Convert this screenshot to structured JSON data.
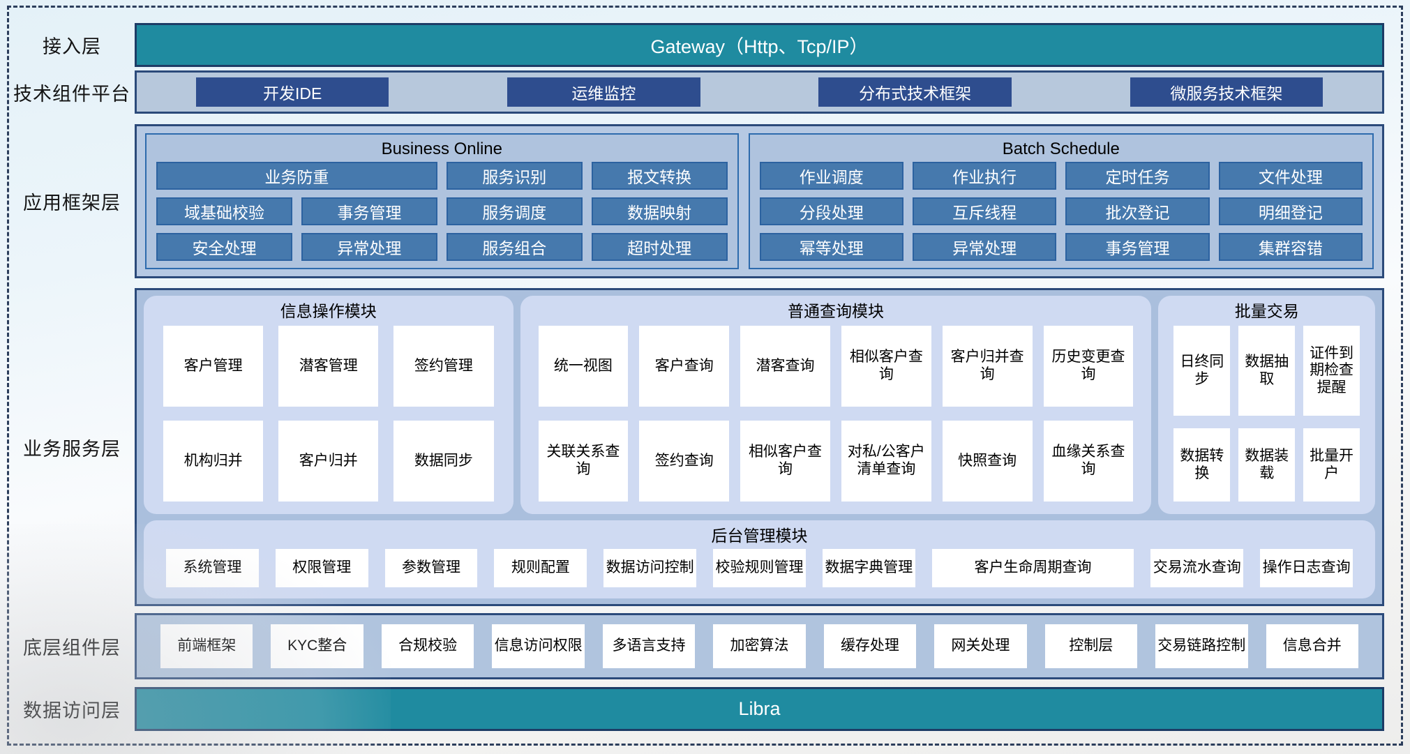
{
  "colors": {
    "teal_bar": "#1f8ba0",
    "navy_border": "#2b4a7a",
    "bar_border": "#1d3c66",
    "tech_panel_bg": "#b7c8dc",
    "royal_button": "#2e4d8e",
    "framework_panel_bg": "#b6c9e3",
    "subpanel_bg": "#afc3de",
    "subpanel_border": "#2d6bad",
    "steel_button": "#4679ad",
    "steel_button_border": "#2c62a0",
    "service_panel_bg": "#aabfdd",
    "module_bg": "#cfdaf2",
    "cell_bg": "#ffffff"
  },
  "layers": {
    "access": {
      "label": "接入层",
      "bar_text": "Gateway（Http、Tcp/IP）"
    },
    "tech_platform": {
      "label": "技术组件平台",
      "items": [
        "开发IDE",
        "运维监控",
        "分布式技术框架",
        "微服务技术框架"
      ]
    },
    "app_framework": {
      "label": "应用框架层",
      "panels": [
        {
          "title": "Business Online",
          "items": [
            {
              "text": "业务防重",
              "span": 2
            },
            "服务识别",
            "报文转换",
            "域基础校验",
            "事务管理",
            "服务调度",
            "数据映射",
            "安全处理",
            "异常处理",
            "服务组合",
            "超时处理"
          ]
        },
        {
          "title": "Batch Schedule",
          "items": [
            "作业调度",
            "作业执行",
            "定时任务",
            "文件处理",
            "分段处理",
            "互斥线程",
            "批次登记",
            "明细登记",
            "幂等处理",
            "异常处理",
            "事务管理",
            "集群容错"
          ]
        }
      ]
    },
    "business_service": {
      "label": "业务服务层",
      "modules": [
        {
          "title": "信息操作模块",
          "items": [
            "客户管理",
            "潜客管理",
            "签约管理",
            "机构归并",
            "客户归并",
            "数据同步"
          ]
        },
        {
          "title": "普通查询模块",
          "items": [
            "统一视图",
            "客户查询",
            "潜客查询",
            "相似客户查询",
            "客户归并查询",
            "历史变更查询",
            "关联关系查询",
            "签约查询",
            "相似客户查询",
            "对私/公客户清单查询",
            "快照查询",
            "血缘关系查询"
          ]
        },
        {
          "title": "批量交易",
          "items": [
            "日终同步",
            "数据抽取",
            "证件到期检查提醒",
            "数据转换",
            "数据装载",
            "批量开户"
          ]
        },
        {
          "title": "后台管理模块",
          "items": [
            "系统管理",
            "权限管理",
            "参数管理",
            "规则配置",
            "数据访问控制",
            "校验规则管理",
            "数据字典管理",
            {
              "text": "客户生命周期查询",
              "span": 2
            },
            "交易流水查询",
            "操作日志查询"
          ]
        }
      ]
    },
    "base_components": {
      "label": "底层组件层",
      "items": [
        "前端框架",
        "KYC整合",
        "合规校验",
        "信息访问权限",
        "多语言支持",
        "加密算法",
        "缓存处理",
        "网关处理",
        "控制层",
        "交易链路控制",
        "信息合并"
      ]
    },
    "data_access": {
      "label": "数据访问层",
      "bar_text": "Libra"
    }
  }
}
